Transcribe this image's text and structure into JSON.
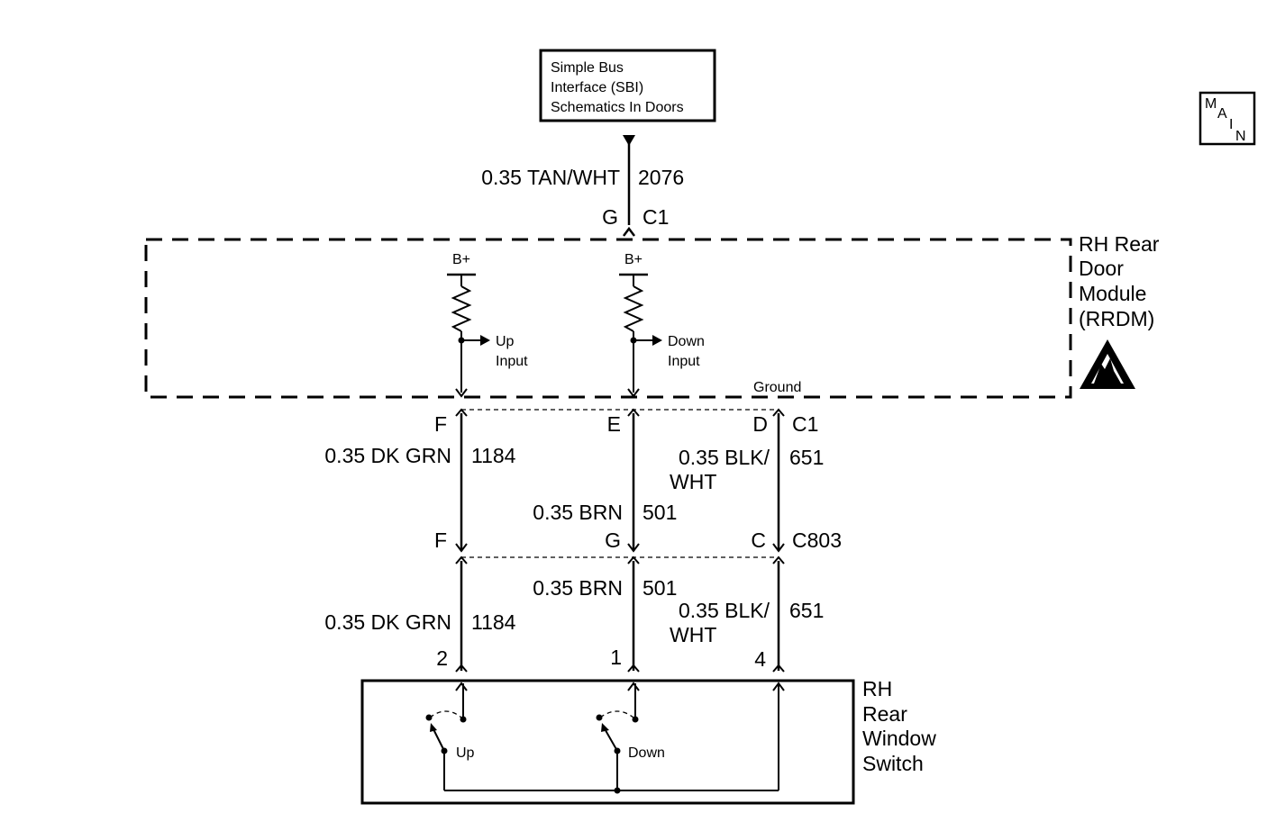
{
  "sbi_box": {
    "line1": "Simple Bus",
    "line2": "Interface (SBI)",
    "line3": "Schematics In Doors"
  },
  "main_icon": {
    "l1": "M",
    "l2": "A",
    "l3": "I",
    "l4": "N"
  },
  "top_wire": {
    "size_color": "0.35 TAN/WHT",
    "circuit": "2076",
    "pin": "G",
    "connector": "C1"
  },
  "module": {
    "line1": "RH Rear",
    "line2": "Door",
    "line3": "Module",
    "line4": "(RRDM)",
    "icon": "esd-warning-icon"
  },
  "inputs": {
    "up": {
      "bplus": "B+",
      "line1": "Up",
      "line2": "Input"
    },
    "down": {
      "bplus": "B+",
      "line1": "Down",
      "line2": "Input"
    },
    "ground": "Ground"
  },
  "c1": {
    "pin_f": "F",
    "pin_e": "E",
    "pin_d": "D",
    "name": "C1"
  },
  "upper_wires": {
    "up": {
      "size_color": "0.35 DK GRN",
      "circuit": "1184"
    },
    "down": {
      "size_color": "0.35 BRN",
      "circuit": "501"
    },
    "ground": {
      "size_color_1": "0.35 BLK/",
      "size_color_2": "WHT",
      "circuit": "651"
    }
  },
  "c803": {
    "pin_f": "F",
    "pin_g": "G",
    "pin_c": "C",
    "name": "C803"
  },
  "lower_wires": {
    "up": {
      "size_color": "0.35 DK GRN",
      "circuit": "1184"
    },
    "down": {
      "size_color": "0.35 BRN",
      "circuit": "501"
    },
    "ground": {
      "size_color_1": "0.35 BLK/",
      "size_color_2": "WHT",
      "circuit": "651"
    }
  },
  "switch_pins": {
    "p2": "2",
    "p1": "1",
    "p4": "4"
  },
  "switch": {
    "line1": "RH",
    "line2": "Rear",
    "line3": "Window",
    "line4": "Switch",
    "up_label": "Up",
    "down_label": "Down"
  }
}
